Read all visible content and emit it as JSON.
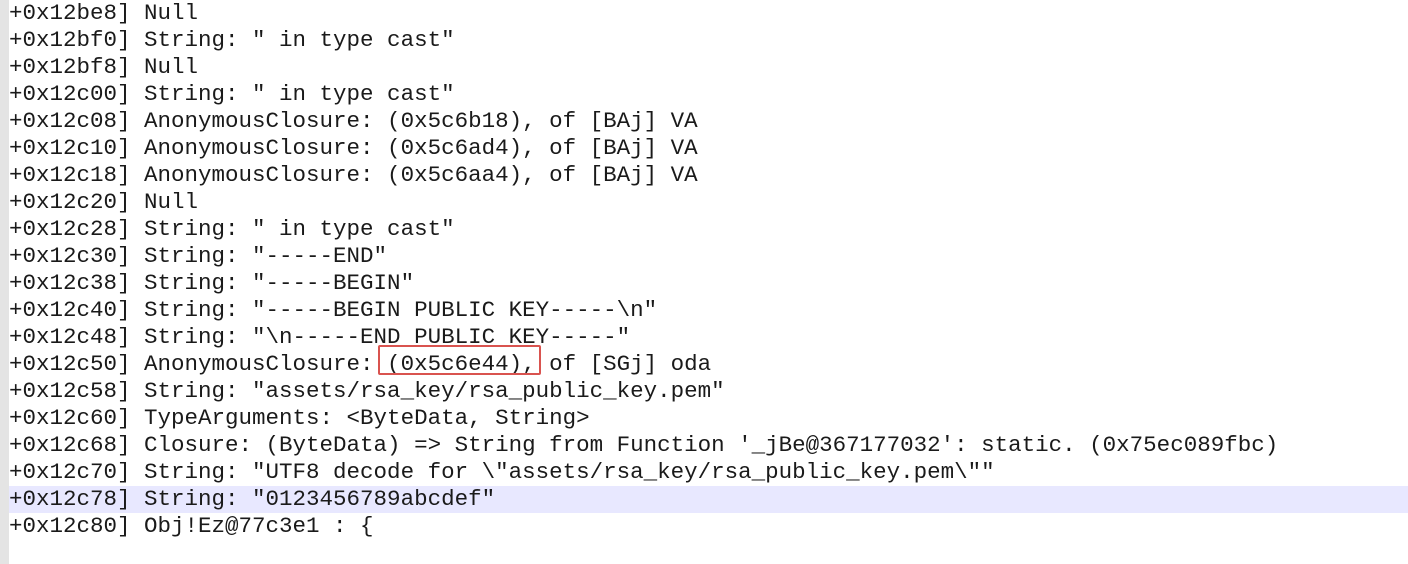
{
  "editor": {
    "lines": [
      "+0x12be8] Null",
      "+0x12bf0] String: \" in type cast\"",
      "+0x12bf8] Null",
      "+0x12c00] String: \" in type cast\"",
      "+0x12c08] AnonymousClosure: (0x5c6b18), of [BAj] VA",
      "+0x12c10] AnonymousClosure: (0x5c6ad4), of [BAj] VA",
      "+0x12c18] AnonymousClosure: (0x5c6aa4), of [BAj] VA",
      "+0x12c20] Null",
      "+0x12c28] String: \" in type cast\"",
      "+0x12c30] String: \"-----END\"",
      "+0x12c38] String: \"-----BEGIN\"",
      "+0x12c40] String: \"-----BEGIN PUBLIC KEY-----\\n\"",
      "+0x12c48] String: \"\\n-----END PUBLIC KEY-----\"",
      "+0x12c50] AnonymousClosure: (0x5c6e44), of [SGj] oda",
      "+0x12c58] String: \"assets/rsa_key/rsa_public_key.pem\"",
      "+0x12c60] TypeArguments: <ByteData, String>",
      "+0x12c68] Closure: (ByteData) => String from Function '_jBe@367177032': static. (0x75ec089fbc)",
      "+0x12c70] String: \"UTF8 decode for \\\"assets/rsa_key/rsa_public_key.pem\\\"\"",
      "+0x12c78] String: \"0123456789abcdef\"",
      "+0x12c80] Obj!Ez@77c3e1 : {"
    ]
  }
}
